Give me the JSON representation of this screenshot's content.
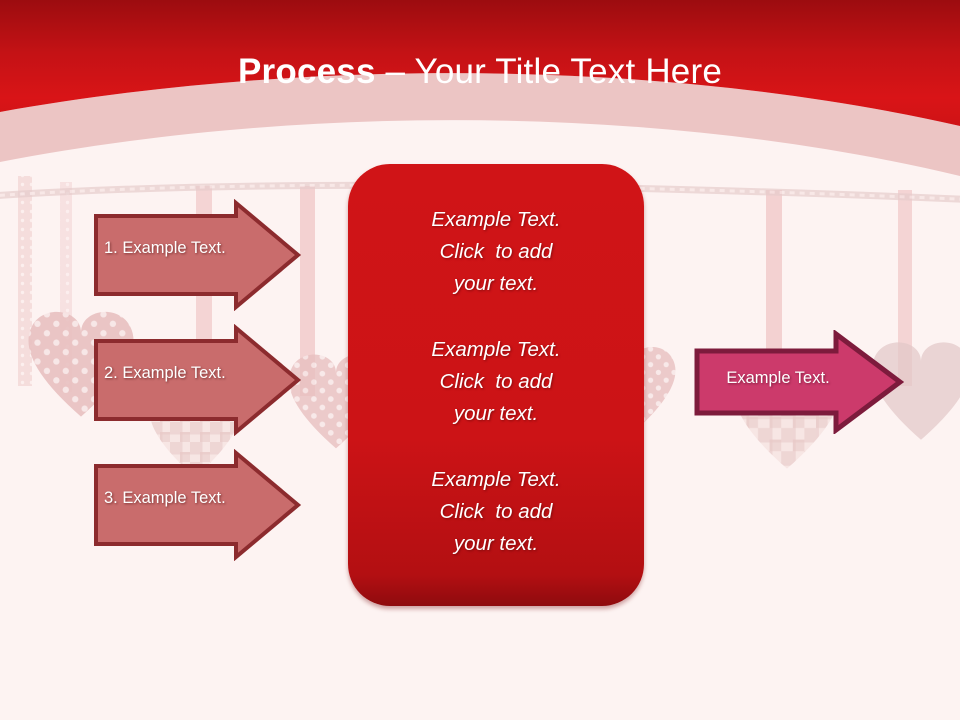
{
  "slide": {
    "background_color": "#fdf3f2",
    "title": {
      "strong": "Process",
      "rest": " – Your Title Text Here"
    }
  },
  "theme": {
    "header_red_top": "#a50d10",
    "header_red_bottom": "#d81417",
    "header_band_pink": "#e4b4b4",
    "panel_red": "#cc1316",
    "step_arrow_fill": "#c96c6c",
    "step_arrow_border": "#8c2b2e",
    "outcome_arrow_fill": "#cc3a6b",
    "outcome_arrow_border": "#7d1b3c",
    "text_white": "#ffffff",
    "heart_pink": "#edc9c9"
  },
  "steps": [
    {
      "label": "1. Example Text."
    },
    {
      "label": "2. Example Text."
    },
    {
      "label": "3. Example Text."
    }
  ],
  "center_panel": {
    "blocks": [
      {
        "lines": [
          "Example Text.",
          "Click  to add",
          "your text."
        ]
      },
      {
        "lines": [
          "Example Text.",
          "Click  to add",
          "your text."
        ]
      },
      {
        "lines": [
          "Example Text.",
          "Click  to add",
          "your text."
        ]
      }
    ]
  },
  "outcome": {
    "label": "Example Text."
  }
}
